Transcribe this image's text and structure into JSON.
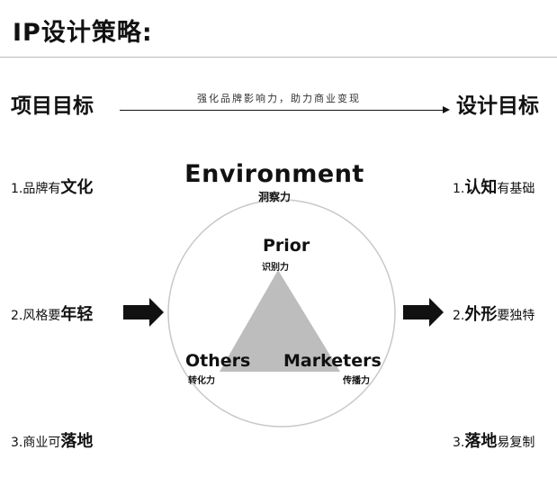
{
  "title": "IP设计策略:",
  "left_header": "项目目标",
  "right_header": "设计目标",
  "flow_text": "强化品牌影响力，助力商业变现",
  "left_items": [
    {
      "prefix": "1.品牌有",
      "bold": "文化",
      "suffix": ""
    },
    {
      "prefix": "2.风格要",
      "bold": "年轻",
      "suffix": ""
    },
    {
      "prefix": "3.商业可",
      "bold": "落地",
      "suffix": ""
    }
  ],
  "right_items": [
    {
      "prefix": "1.",
      "bold": "认知",
      "suffix": "有基础"
    },
    {
      "prefix": "2.",
      "bold": "外形",
      "suffix": "要独特"
    },
    {
      "prefix": "3.",
      "bold": "落地",
      "suffix": "易复制"
    }
  ],
  "center": {
    "environment": {
      "label": "Environment",
      "sub": "洞察力"
    },
    "prior": {
      "label": "Prior",
      "sub": "识别力"
    },
    "others": {
      "label": "Others",
      "sub": "转化力"
    },
    "marketers": {
      "label": "Marketers",
      "sub": "传播力"
    }
  },
  "colors": {
    "triangle": "#bdbdbd",
    "circle": "#c8c8c8",
    "text": "#111111"
  }
}
